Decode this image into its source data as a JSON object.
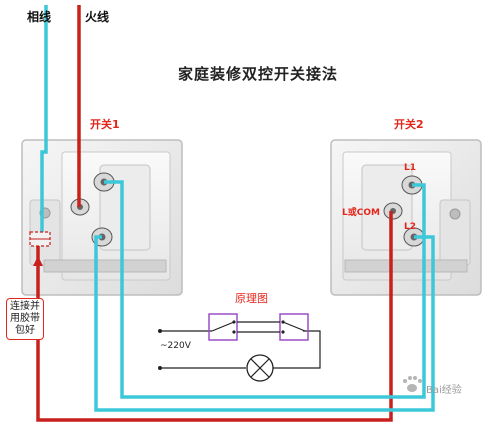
{
  "labels": {
    "neutral_wire": "相线",
    "live_wire": "火线",
    "title": "家庭装修双控开关接法",
    "switch1": "开关1",
    "switch2": "开关2",
    "term_l1": "L1",
    "term_lcom": "L或COM",
    "term_l2": "L2",
    "schematic_title": "原理图",
    "voltage": "~220V",
    "note_line1": "连接并",
    "note_line2": "用胶带",
    "note_line3": "包好",
    "watermark": "Bai经验"
  },
  "colors": {
    "live": "#c8201c",
    "neutral": "#3cc8d8",
    "switch_box": "#9b4fc8",
    "label_red": "#e3261b",
    "plate": "#eeeeee",
    "plate_edge": "#bdbdbd"
  },
  "icons": {
    "lamp": "lamp-icon",
    "arrow": "arrow-up-icon",
    "connector": "wire-connector-icon"
  }
}
